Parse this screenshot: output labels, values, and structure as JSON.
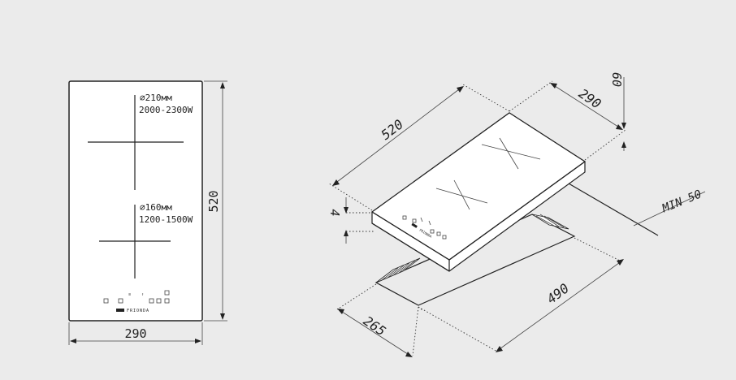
{
  "front_view": {
    "zone_large": {
      "diameter": "∅210мм",
      "power": "2000-2300W"
    },
    "zone_small": {
      "diameter": "∅160мм",
      "power": "1200-1500W"
    },
    "brand": "FRIONDA",
    "width_dim": "290",
    "height_dim": "520"
  },
  "iso_view": {
    "length_dim": "520",
    "width_dim": "290",
    "depth_dim": "60",
    "thickness_dim": "4",
    "clearance_dim": "MIN 50",
    "cutout_length_dim": "490",
    "cutout_width_dim": "265"
  },
  "colors": {
    "background": "#ebebeb",
    "panel": "#ffffff",
    "line": "#222222"
  }
}
